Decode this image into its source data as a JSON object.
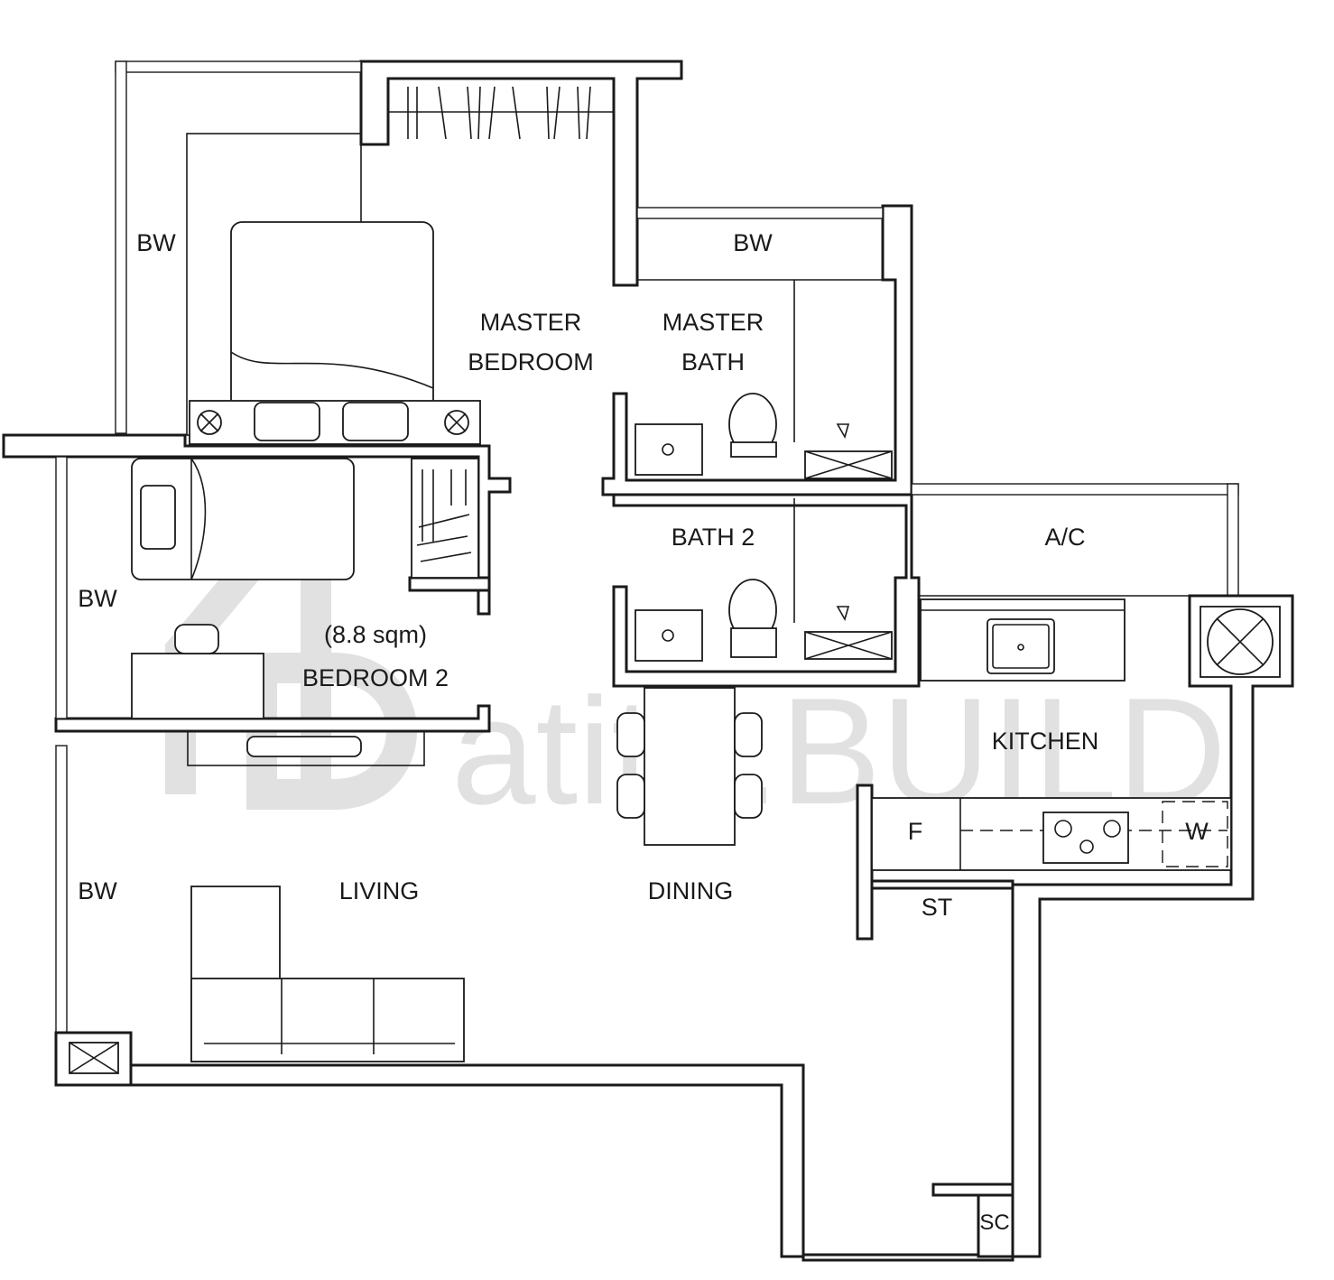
{
  "rooms": {
    "master_bedroom_l1": "MASTER",
    "master_bedroom_l2": "BEDROOM",
    "master_bath_l1": "MASTER",
    "master_bath_l2": "BATH",
    "bw_master": "BW",
    "bw_top": "BW",
    "bw_bedroom2": "BW",
    "bw_living": "BW",
    "bath2": "BATH 2",
    "ac": "A/C",
    "bedroom2_area": "(8.8 sqm)",
    "bedroom2": "BEDROOM 2",
    "kitchen": "KITCHEN",
    "fridge": "F",
    "washer": "W",
    "store": "ST",
    "shelter": "SC",
    "living": "LIVING",
    "dining": "DINING"
  },
  "watermark": {
    "text": "atitri.BUILD",
    "color": "#c9c9c9"
  },
  "colors": {
    "ink": "#1a1a1a",
    "paper": "#ffffff"
  }
}
